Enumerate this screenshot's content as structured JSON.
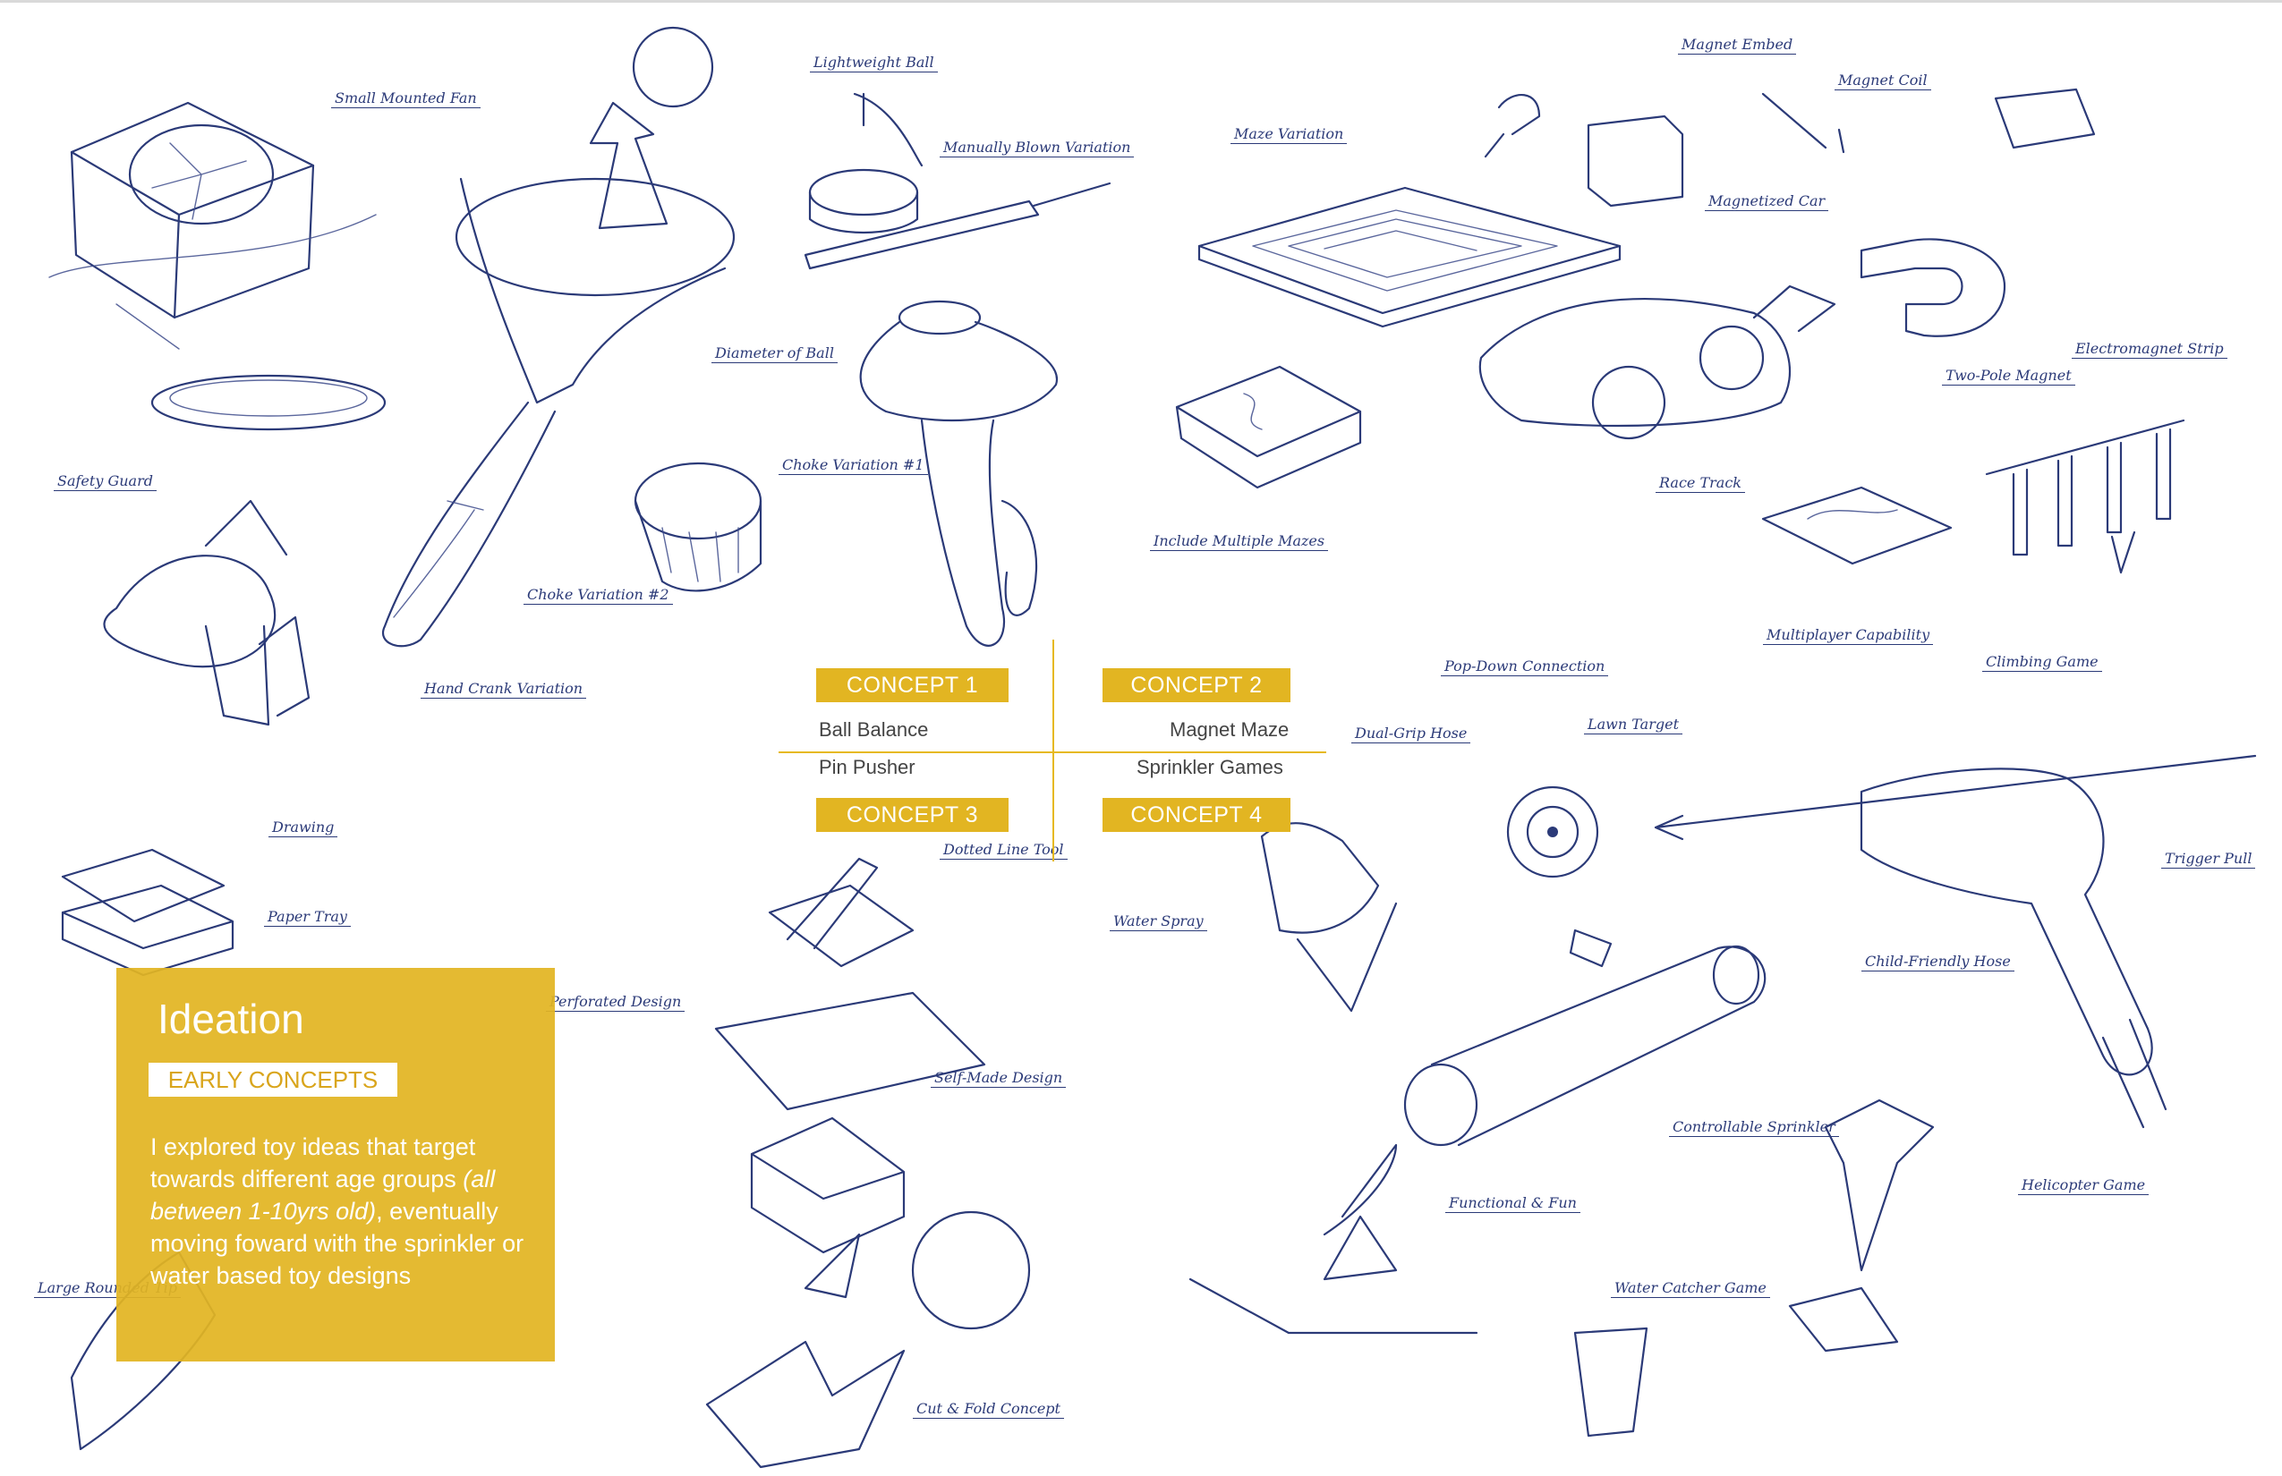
{
  "notes": {
    "lightweight_ball": "Lightweight Ball",
    "small_mounted_fan": "Small Mounted Fan",
    "manually_blown_variation": "Manually Blown Variation",
    "diameter_of_ball": "Diameter of Ball",
    "safety_guard": "Safety Guard",
    "choke_variation_1": "Choke Variation #1",
    "choke_variation_2": "Choke Variation #2",
    "hand_crank_variation": "Hand Crank Variation",
    "maze_variation": "Maze Variation",
    "magnet_embed": "Magnet Embed",
    "magnet_coil": "Magnet Coil",
    "magnetized_car": "Magnetized Car",
    "two_pole_magnet": "Two-Pole Magnet",
    "electromagnet_strip": "Electromagnet Strip",
    "race_track": "Race Track",
    "include_multiple_mazes": "Include Multiple Mazes",
    "multiplayer_capability": "Multiplayer Capability",
    "pop_down_connection": "Pop-Down Connection",
    "dual_grip_hose": "Dual-Grip Hose",
    "lawn_target": "Lawn Target",
    "trigger_pull": "Trigger Pull",
    "drawing": "Drawing",
    "paper_tray": "Paper Tray",
    "dotted_line_tool": "Dotted Line Tool",
    "water_spray": "Water Spray",
    "child_friendly_hose": "Child-Friendly Hose",
    "perforated_design": "Perforated Design",
    "self_made_design": "Self-Made Design",
    "controllable_sprinkler": "Controllable Sprinkler",
    "helicopter_game": "Helicopter Game",
    "functional_fun": "Functional & Fun",
    "water_catcher_game": "Water Catcher Game",
    "large_rounded_tip": "Large Rounded Tip",
    "cut_fold_concept": "Cut & Fold Concept",
    "climbing_game": "Climbing Game"
  },
  "concepts": {
    "c1": "CONCEPT 1",
    "c2": "CONCEPT 2",
    "c3": "CONCEPT 3",
    "c4": "CONCEPT 4",
    "ball_balance": "Ball Balance",
    "magnet_maze": "Magnet Maze",
    "pin_pusher": "Pin Pusher",
    "sprinkler_games": "Sprinkler Games"
  },
  "card": {
    "title": "Ideation",
    "subtitle": "EARLY CONCEPTS",
    "body_start": "I explored toy ideas that target towards different age groups ",
    "body_italic": "(all between 1-10yrs old)",
    "body_end": ", eventually moving foward with the sprinkler or water based toy designs"
  },
  "colors": {
    "accent": "#e2b522",
    "ink": "#2b3a78"
  }
}
